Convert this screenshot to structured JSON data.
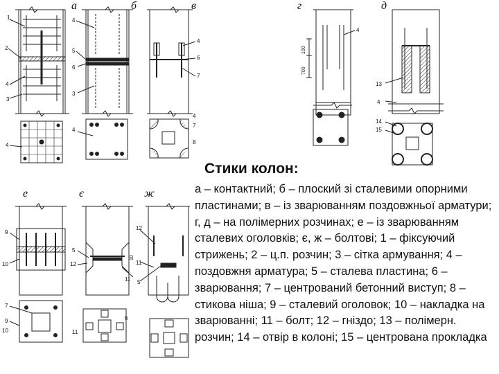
{
  "figure_letters": {
    "a": "а",
    "b": "б",
    "v": "в",
    "g": "г",
    "d": "д",
    "e": "е",
    "ye": "є",
    "zh": "ж"
  },
  "dimensions": {
    "d100": "100",
    "d700": "700",
    "d10": "10"
  },
  "numbers": [
    "1",
    "2",
    "3",
    "4",
    "5",
    "6",
    "7",
    "8",
    "9",
    "10",
    "11",
    "12",
    "13",
    "14",
    "15"
  ],
  "caption": {
    "title": "Стики колон:",
    "text": "а – контактний; б – плоский зі сталевими опорними пластинами; в – із зварюванням поздовжньої арматури; г, д – на полімерних розчинах; е – із зварюванням сталевих оголовків; є, ж – болтові; 1 – фіксуючий стрижень; 2 – ц.п. розчин; 3 – сітка армування; 4 – поздовжня арматура; 5 – сталева пластина; 6 – зварювання; 7 – центрований бетонний виступ; 8 – стикова ніша; 9 – сталевий оголовок; 10 – накладка на зварюванні; 11 – болт; 12 – гніздо; 13 – полімерн. розчин; 14 – отвір в колоні; 15 – центрована прокладка"
  }
}
